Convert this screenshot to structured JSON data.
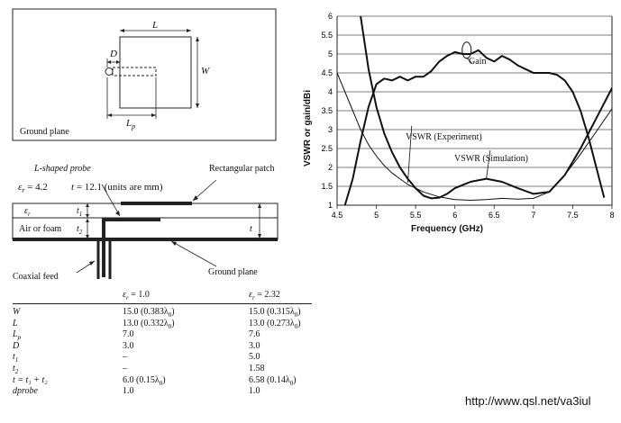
{
  "top_diagram": {
    "label_L": "L",
    "label_W": "W",
    "label_D": "D",
    "label_Lp_main": "L",
    "label_Lp_sub": "p",
    "ground_plane_label": "Ground plane"
  },
  "side_diagram": {
    "probe_label": "L-shaped probe",
    "patch_label": "Rectangular patch",
    "eps_text": "ε",
    "eps_sub": "r",
    "eps_value": " = 4.2",
    "t_text": "t",
    "t_value": " = 12.1 (units are mm)",
    "layer_eps": "ε",
    "layer_eps_sub": "r",
    "layer_air": "Air or foam",
    "t1_main": "t",
    "t1_sub": "1",
    "t2_main": "t",
    "t2_sub": "2",
    "t_right": "t",
    "coax_label": "Coaxial feed",
    "ground_label": "Ground plane"
  },
  "table": {
    "header_1": "ε",
    "header_1_sub": "r",
    "header_1_val": " = 1.0",
    "header_2": "ε",
    "header_2_sub": "r",
    "header_2_val": " = 2.32",
    "rows": [
      {
        "param": "W",
        "a": "15.0 (0.383λ",
        "a_sub": "0",
        "a_end": ")",
        "b": "15.0 (0.315λ",
        "b_sub": "0",
        "b_end": ")"
      },
      {
        "param": "L",
        "a": "13.0 (0.332λ",
        "a_sub": "0",
        "a_end": ")",
        "b": "13.0 (0.273λ",
        "b_sub": "0",
        "b_end": ")"
      },
      {
        "param": "L",
        "param_sub": "p",
        "a": "7.0",
        "b": "7.6"
      },
      {
        "param": "D",
        "a": "3.0",
        "b": "3.0"
      },
      {
        "param": "t",
        "param_sub": "1",
        "a": "–",
        "b": "5.0"
      },
      {
        "param": "t",
        "param_sub": "2",
        "a": "–",
        "b": "1.58"
      },
      {
        "param": "t = t₁ + t₂",
        "a": "6.0 (0.15λ",
        "a_sub": "0",
        "a_end": ")",
        "b": "6.58 (0.14λ",
        "b_sub": "0",
        "b_end": ")"
      },
      {
        "param": "dprobe",
        "a": "1.0",
        "b": "1.0"
      }
    ]
  },
  "chart_data": {
    "type": "line",
    "xlabel": "Frequency (GHz)",
    "ylabel": "VSWR or gain/dBi",
    "xlim": [
      4.5,
      8
    ],
    "ylim": [
      1,
      6
    ],
    "x_ticks": [
      "4.5",
      "5",
      "5.5",
      "6",
      "6.5",
      "7",
      "7.5",
      "8"
    ],
    "y_ticks": [
      "1",
      "1.5",
      "2",
      "2.5",
      "3",
      "3.5",
      "4",
      "4.5",
      "5",
      "5.5",
      "6"
    ],
    "grid": "horizontal",
    "series": [
      {
        "name": "Gain",
        "x": [
          4.6,
          4.7,
          4.8,
          4.9,
          5.0,
          5.1,
          5.2,
          5.3,
          5.4,
          5.5,
          5.6,
          5.7,
          5.8,
          5.9,
          6.0,
          6.1,
          6.2,
          6.3,
          6.4,
          6.5,
          6.6,
          6.7,
          6.8,
          6.9,
          7.0,
          7.1,
          7.2,
          7.3,
          7.4,
          7.5,
          7.6,
          7.7,
          7.8,
          7.9
        ],
        "values": [
          1.0,
          1.7,
          2.7,
          3.6,
          4.2,
          4.35,
          4.3,
          4.4,
          4.3,
          4.4,
          4.4,
          4.55,
          4.8,
          4.95,
          5.05,
          5.0,
          5.0,
          5.1,
          4.9,
          4.8,
          4.95,
          4.85,
          4.7,
          4.6,
          4.5,
          4.5,
          4.5,
          4.45,
          4.3,
          4.0,
          3.5,
          2.8,
          2.0,
          1.2
        ]
      },
      {
        "name": "VSWR (Experiment)",
        "x": [
          4.8,
          4.9,
          5.0,
          5.1,
          5.2,
          5.3,
          5.4,
          5.5,
          5.6,
          5.7,
          5.8,
          5.9,
          6.0,
          6.2,
          6.4,
          6.6,
          6.8,
          7.0,
          7.2,
          7.4,
          7.6,
          7.8,
          8.0
        ],
        "values": [
          6.0,
          4.6,
          3.6,
          2.9,
          2.4,
          2.0,
          1.7,
          1.45,
          1.25,
          1.18,
          1.2,
          1.3,
          1.45,
          1.62,
          1.7,
          1.62,
          1.45,
          1.3,
          1.35,
          1.8,
          2.5,
          3.3,
          4.1
        ]
      },
      {
        "name": "VSWR (Simulation)",
        "x": [
          4.5,
          4.6,
          4.7,
          4.8,
          4.9,
          5.0,
          5.1,
          5.2,
          5.3,
          5.4,
          5.5,
          5.6,
          5.8,
          6.0,
          6.2,
          6.4,
          6.6,
          6.8,
          7.0,
          7.2,
          7.4,
          7.6,
          7.8,
          8.0
        ],
        "values": [
          4.5,
          4.0,
          3.5,
          3.0,
          2.6,
          2.3,
          2.05,
          1.85,
          1.7,
          1.55,
          1.45,
          1.35,
          1.22,
          1.15,
          1.13,
          1.15,
          1.18,
          1.16,
          1.18,
          1.35,
          1.8,
          2.35,
          2.95,
          3.55
        ]
      }
    ],
    "annotations": [
      "Gain",
      "VSWR (Experiment)",
      "VSWR (Simulation)"
    ]
  },
  "footer": {
    "url": "http://www.qsl.net/va3iul"
  }
}
